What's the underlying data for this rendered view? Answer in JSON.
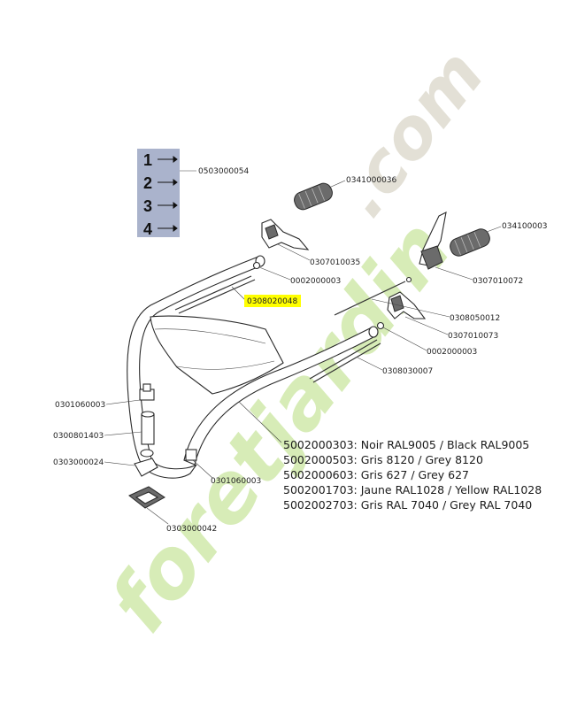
{
  "watermark": {
    "text_main": "foretjardin",
    "text_suffix": ".com",
    "color_main": "#d7ecb7",
    "color_suffix": "#e3e0d6"
  },
  "stack_box": {
    "numbers": [
      "1",
      "2",
      "3",
      "4"
    ],
    "part_number": "0503000054",
    "background": "#aab3cc"
  },
  "parts": {
    "grip_top": "0341000036",
    "grip_right": "034100003",
    "lever_left": "0307010035",
    "nut_top": "0002000003",
    "cable_highlighted": "0308020048",
    "lever_right": "0307010072",
    "cable_mid": "0308050012",
    "lever_mid": "0307010073",
    "nut_mid": "0002000003",
    "cable_lower": "0308030007",
    "bracket_left": "0301060003",
    "tube_left": "0300801403",
    "base_left": "0303000024",
    "bracket_bottom": "0301060003",
    "clamp_bottom": "0303000042"
  },
  "highlight_color": "#ffff00",
  "handle_color_variants": [
    "5002000303: Noir RAL9005 / Black RAL9005",
    "5002000503: Gris 8120 / Grey 8120",
    "5002000603: Gris 627 / Grey 627",
    "5002001703: Jaune RAL1028 / Yellow RAL1028",
    "5002002703: Gris RAL 7040 / Grey RAL 7040"
  ]
}
